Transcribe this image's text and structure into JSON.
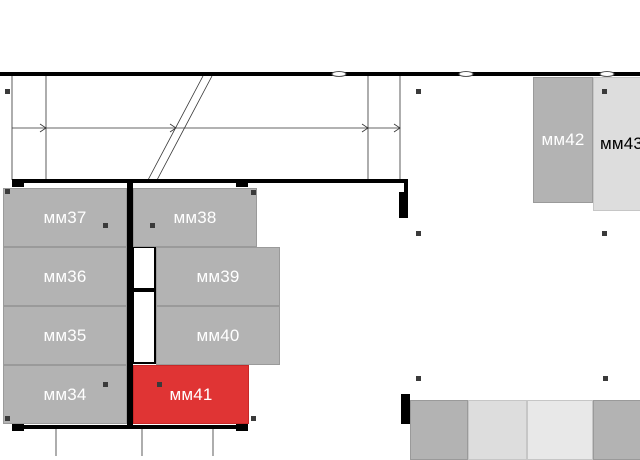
{
  "spots": [
    {
      "id": "mm37",
      "label": "мм37",
      "status": "available"
    },
    {
      "id": "mm38",
      "label": "мм38",
      "status": "available"
    },
    {
      "id": "mm36",
      "label": "мм36",
      "status": "available"
    },
    {
      "id": "mm39",
      "label": "мм39",
      "status": "available"
    },
    {
      "id": "mm35",
      "label": "мм35",
      "status": "available"
    },
    {
      "id": "mm40",
      "label": "мм40",
      "status": "available"
    },
    {
      "id": "mm34",
      "label": "мм34",
      "status": "available"
    },
    {
      "id": "mm41",
      "label": "мм41",
      "status": "selected"
    },
    {
      "id": "mm42",
      "label": "мм42",
      "status": "available"
    },
    {
      "id": "mm43",
      "label": "мм43",
      "status": "unavailable"
    }
  ],
  "colors": {
    "available": "#b3b3b3",
    "unavailable": "#dddddd",
    "selected": "#e03434",
    "wall": "#000000"
  }
}
